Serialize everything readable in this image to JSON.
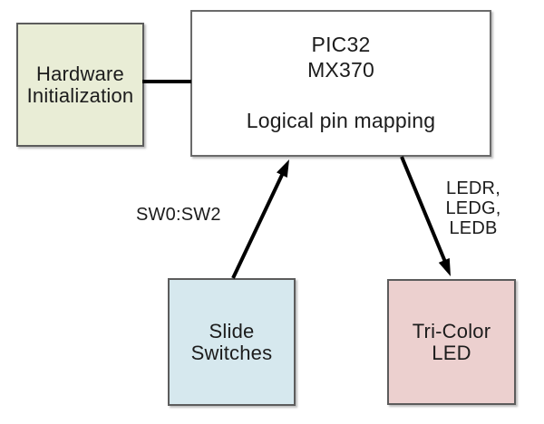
{
  "diagram": {
    "boxes": {
      "hardware_init": {
        "lines": [
          "Hardware",
          "Initialization"
        ],
        "fill": "#e9edd6"
      },
      "pic32": {
        "lines": [
          "PIC32",
          "MX370"
        ],
        "caption": "Logical pin mapping",
        "fill": "#ffffff"
      },
      "slide_switches": {
        "lines": [
          "Slide",
          "Switches"
        ],
        "fill": "#d6e8ee"
      },
      "tricolor_led": {
        "lines": [
          "Tri-Color",
          "LED"
        ],
        "fill": "#ecd0cf"
      }
    },
    "labels": {
      "switch_bus": "SW0:SW2",
      "led_bus_lines": [
        "LEDR,",
        "LEDG,",
        "LEDB"
      ]
    },
    "colors": {
      "box_border": "#5c5c5c",
      "arrow": "#000000",
      "text": "#1c1c1c"
    }
  }
}
